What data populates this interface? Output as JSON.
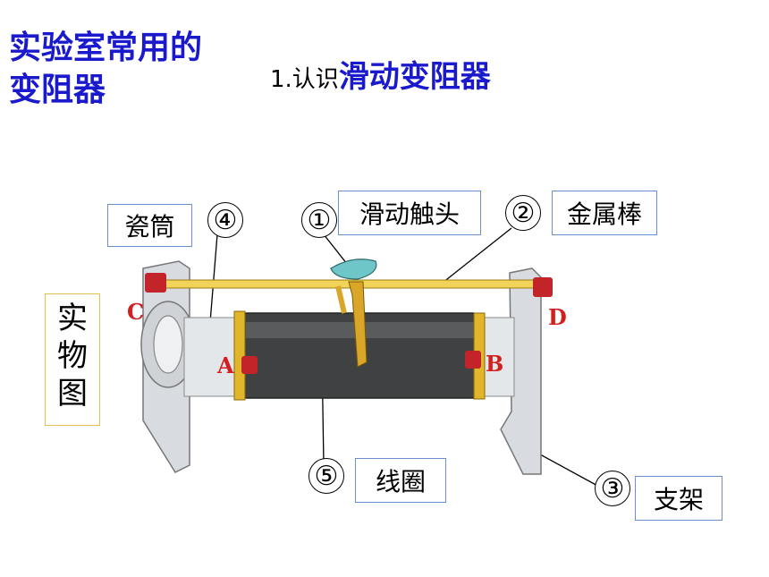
{
  "title": "实验室常用的变阻器",
  "subtitle": {
    "number": "1.认识",
    "emphasis": "滑动变阻器"
  },
  "side_label": [
    "实",
    "物",
    "图"
  ],
  "labels": {
    "porcelain_tube": "瓷筒",
    "slider": "滑动触头",
    "metal_rod": "金属棒",
    "coil": "线圈",
    "bracket": "支架"
  },
  "markers": {
    "m1": "①",
    "m2": "②",
    "m3": "③",
    "m4": "④",
    "m5": "⑤"
  },
  "terminals": {
    "a": "A",
    "b": "B",
    "c": "C",
    "d": "D"
  }
}
